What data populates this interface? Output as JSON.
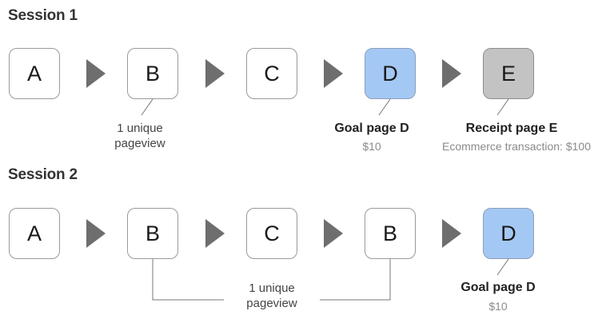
{
  "session1": {
    "title": "Session 1",
    "steps": [
      "A",
      "B",
      "C",
      "D",
      "E"
    ],
    "pageview_label": "1 unique\npageview",
    "goal": {
      "label": "Goal page D",
      "value": "$10"
    },
    "receipt": {
      "label": "Receipt page E",
      "value": "Ecommerce transaction: $100"
    }
  },
  "session2": {
    "title": "Session 2",
    "steps": [
      "A",
      "B",
      "C",
      "B",
      "D"
    ],
    "pageview_label": "1 unique\npageview",
    "goal": {
      "label": "Goal page D",
      "value": "$10"
    }
  },
  "colors": {
    "goal_fill": "#a4c8f4",
    "receipt_fill": "#c3c3c3",
    "arrow": "#6e6e6e",
    "box_border": "#9a9a9a"
  }
}
